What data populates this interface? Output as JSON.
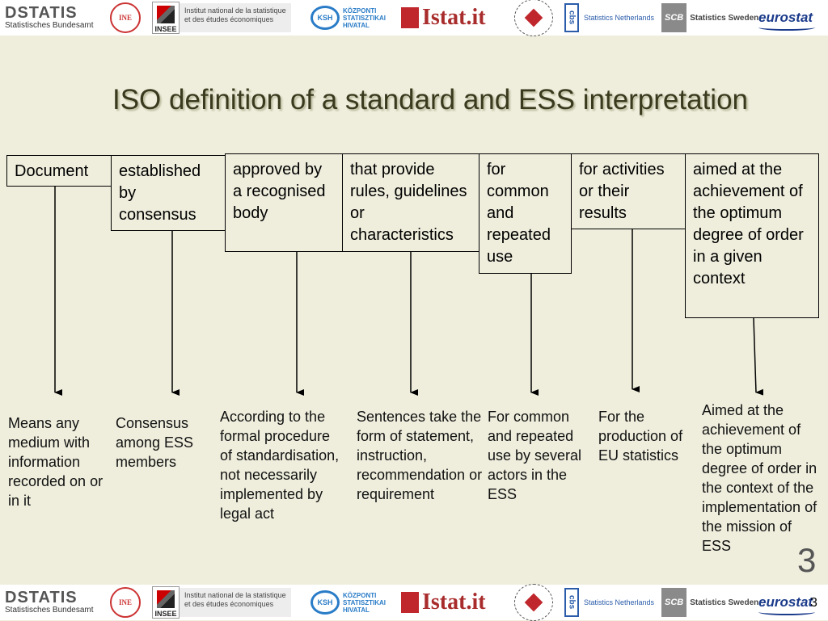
{
  "logos": {
    "destatis_main": "DSTATIS",
    "destatis_sub": "Statistisches Bundesamt",
    "ine_mark": "INE",
    "insee_name": "INSEE",
    "insee_text_1": "Institut national de la statistique",
    "insee_text_2": "et des études économiques",
    "ksh_mark": "KSH",
    "ksh_text_1": "KÖZPONTI",
    "ksh_text_2": "STATISZTIKAI",
    "ksh_text_3": "HIVATAL",
    "istat_name": "Istat.it",
    "cbs_text": "Statistics Netherlands",
    "scb_mark": "SCB",
    "scb_text": "Statistics Sweden",
    "eurostat_name": "eurostat"
  },
  "slide": {
    "title": "ISO definition of a standard and ESS interpretation",
    "page_number": "3",
    "definition_parts": [
      "Document",
      "established by consensus",
      "approved by a recognised body",
      "that provide rules, guidelines or characteristics",
      "for common and repeated use",
      "for activities or their results",
      "aimed at the achievement of the optimum degree of order in a given context"
    ],
    "interpretations": [
      "Means any medium with information recorded on or in it",
      "Consensus among ESS members",
      "According to the formal procedure of standardisation, not necessarily implemented by legal act",
      "Sentences take the form of statement, instruction, recommendation or requirement",
      "For common and repeated use by several actors in the ESS",
      "For the production of EU statistics",
      "Aimed at the achievement of the optimum degree of order in the context of the implementation of the mission of ESS"
    ]
  }
}
